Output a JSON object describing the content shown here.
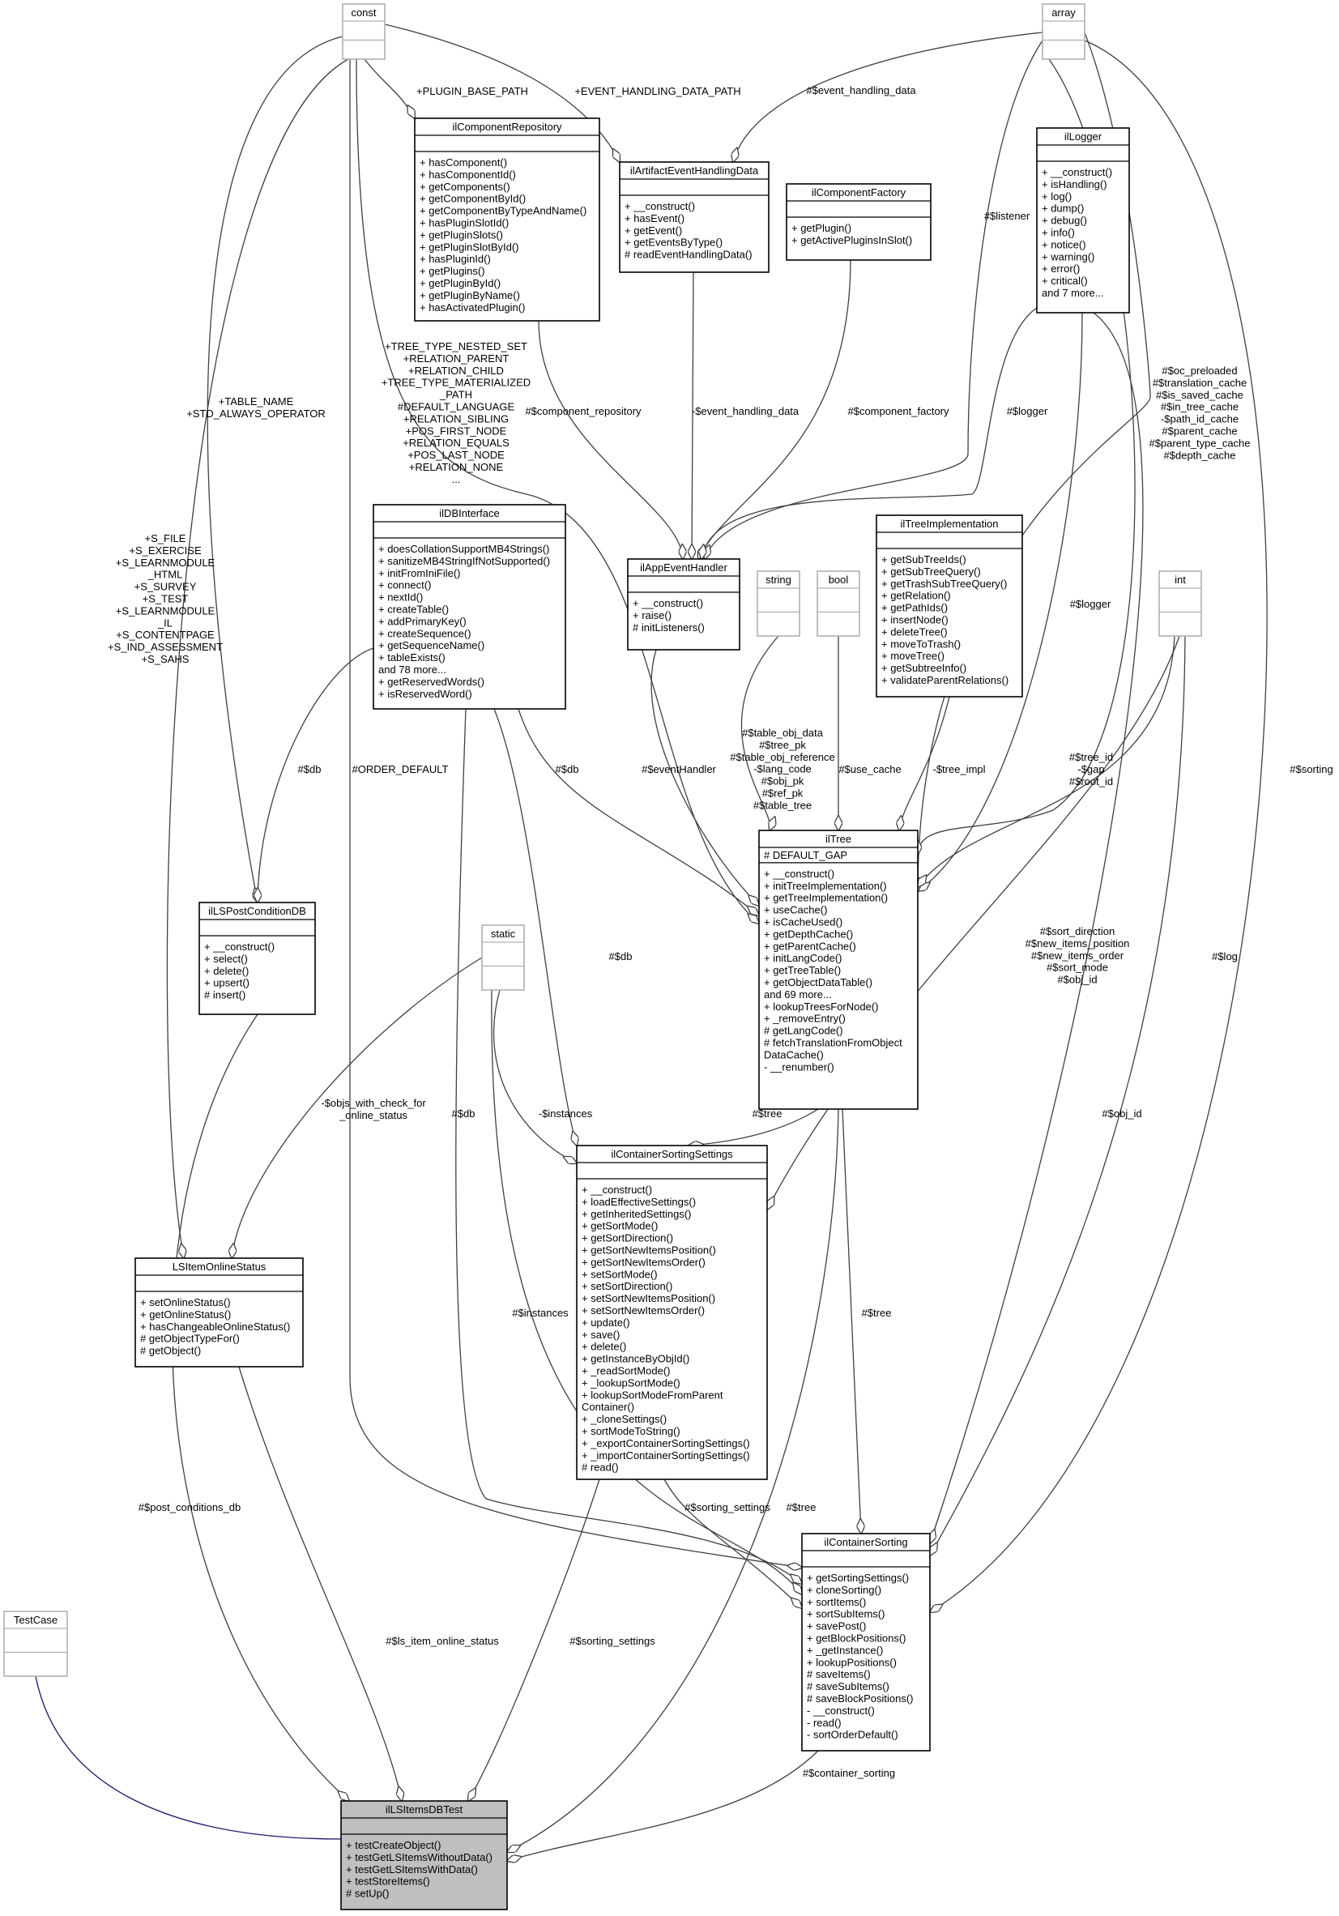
{
  "diagram": {
    "classes": [
      {
        "id": "const",
        "name": "const",
        "attributes": [],
        "methods": []
      },
      {
        "id": "array",
        "name": "array",
        "attributes": [],
        "methods": []
      },
      {
        "id": "ilComponentRepository",
        "name": "ilComponentRepository",
        "attributes": [],
        "methods": [
          "+ hasComponent()",
          "+ hasComponentId()",
          "+ getComponents()",
          "+ getComponentById()",
          "+ getComponentByTypeAndName()",
          "+ hasPluginSlotId()",
          "+ getPluginSlots()",
          "+ getPluginSlotById()",
          "+ hasPluginId()",
          "+ getPlugins()",
          "+ getPluginById()",
          "+ getPluginByName()",
          "+ hasActivatedPlugin()"
        ]
      },
      {
        "id": "ilArtifactEventHandlingData",
        "name": "ilArtifactEventHandlingData",
        "attributes": [],
        "methods": [
          "+ __construct()",
          "+ hasEvent()",
          "+ getEvent()",
          "+ getEventsByType()",
          "# readEventHandlingData()"
        ]
      },
      {
        "id": "ilComponentFactory",
        "name": "ilComponentFactory",
        "attributes": [],
        "methods": [
          "+ getPlugin()",
          "+ getActivePluginsInSlot()"
        ]
      },
      {
        "id": "ilLogger",
        "name": "ilLogger",
        "attributes": [],
        "methods": [
          "+ __construct()",
          "+ isHandling()",
          "+ log()",
          "+ dump()",
          "+ debug()",
          "+ info()",
          "+ notice()",
          "+ warning()",
          "+ error()",
          "+ critical()",
          "and 7 more..."
        ]
      },
      {
        "id": "ilDBInterface",
        "name": "ilDBInterface",
        "attributes": [],
        "methods": [
          "+ doesCollationSupportMB4Strings()",
          "+ sanitizeMB4StringIfNotSupported()",
          "+ initFromIniFile()",
          "+ connect()",
          "+ nextId()",
          "+ createTable()",
          "+ addPrimaryKey()",
          "+ createSequence()",
          "+ getSequenceName()",
          "+ tableExists()",
          "and 78 more...",
          "+ getReservedWords()",
          "+ isReservedWord()"
        ]
      },
      {
        "id": "ilAppEventHandler",
        "name": "ilAppEventHandler",
        "attributes": [],
        "methods": [
          "+ __construct()",
          "+ raise()",
          "# initListeners()"
        ]
      },
      {
        "id": "string",
        "name": "string",
        "attributes": [],
        "methods": []
      },
      {
        "id": "bool",
        "name": "bool",
        "attributes": [],
        "methods": []
      },
      {
        "id": "ilTreeImplementation",
        "name": "ilTreeImplementation",
        "attributes": [],
        "methods": [
          "+ getSubTreeIds()",
          "+ getSubTreeQuery()",
          "+ getTrashSubTreeQuery()",
          "+ getRelation()",
          "+ getPathIds()",
          "+ insertNode()",
          "+ deleteTree()",
          "+ moveToTrash()",
          "+ moveTree()",
          "+ getSubtreeInfo()",
          "+ validateParentRelations()"
        ]
      },
      {
        "id": "int",
        "name": "int",
        "attributes": [],
        "methods": []
      },
      {
        "id": "ilLSPostConditionDB",
        "name": "ilLSPostConditionDB",
        "attributes": [],
        "methods": [
          "+ __construct()",
          "+ select()",
          "+ delete()",
          "+ upsert()",
          "# insert()"
        ]
      },
      {
        "id": "ilTree",
        "name": "ilTree",
        "attributes": [
          "# DEFAULT_GAP"
        ],
        "methods": [
          "+ __construct()",
          "+ initTreeImplementation()",
          "+ getTreeImplementation()",
          "+ useCache()",
          "+ isCacheUsed()",
          "+ getDepthCache()",
          "+ getParentCache()",
          "+ initLangCode()",
          "+ getTreeTable()",
          "+ getObjectDataTable()",
          "and 69 more...",
          "+ lookupTreesForNode()",
          "+ _removeEntry()",
          "# getLangCode()",
          "# fetchTranslationFromObject",
          "DataCache()",
          "- __renumber()"
        ]
      },
      {
        "id": "static",
        "name": "static",
        "attributes": [],
        "methods": []
      },
      {
        "id": "ilContainerSortingSettings",
        "name": "ilContainerSortingSettings",
        "attributes": [],
        "methods": [
          "+ __construct()",
          "+ loadEffectiveSettings()",
          "+ getInheritedSettings()",
          "+ getSortMode()",
          "+ getSortDirection()",
          "+ getSortNewItemsPosition()",
          "+ getSortNewItemsOrder()",
          "+ setSortMode()",
          "+ setSortDirection()",
          "+ setSortNewItemsPosition()",
          "+ setSortNewItemsOrder()",
          "+ update()",
          "+ save()",
          "+ delete()",
          "+ getInstanceByObjId()",
          "+ _readSortMode()",
          "+ _lookupSortMode()",
          "+ lookupSortModeFromParent",
          "Container()",
          "+ _cloneSettings()",
          "+ sortModeToString()",
          "+ _exportContainerSortingSettings()",
          "+ _importContainerSortingSettings()",
          "# read()"
        ]
      },
      {
        "id": "LSItemOnlineStatus",
        "name": "LSItemOnlineStatus",
        "attributes": [],
        "methods": [
          "+ setOnlineStatus()",
          "+ getOnlineStatus()",
          "+ hasChangeableOnlineStatus()",
          "# getObjectTypeFor()",
          "# getObject()"
        ]
      },
      {
        "id": "ilContainerSorting",
        "name": "ilContainerSorting",
        "attributes": [],
        "methods": [
          "+ getSortingSettings()",
          "+ cloneSorting()",
          "+ sortItems()",
          "+ sortSubItems()",
          "+ savePost()",
          "+ getBlockPositions()",
          "+ _getInstance()",
          "+ lookupPositions()",
          "# saveItems()",
          "# saveSubItems()",
          "# saveBlockPositions()",
          "- __construct()",
          "- read()",
          "- sortOrderDefault()"
        ]
      },
      {
        "id": "TestCase",
        "name": "TestCase",
        "attributes": [],
        "methods": []
      },
      {
        "id": "ilLSItemsDBTest",
        "name": "ilLSItemsDBTest",
        "attributes": [],
        "methods": [
          "+ testCreateObject()",
          "+ testGetLSItemsWithoutData()",
          "+ testGetLSItemsWithData()",
          "+ testStoreItems()",
          "# setUp()"
        ]
      }
    ],
    "edge_labels": {
      "plugin_base_path": "+PLUGIN_BASE_PATH",
      "event_handling_data_path": "+EVENT_HANDLING_DATA_PATH",
      "event_handling_data": "#$event_handling_data",
      "listener": "#$listener",
      "component_repository": "#$component_repository",
      "event_handling_data2": "-$event_handling_data",
      "component_factory": "#$component_factory",
      "logger1": "#$logger",
      "logger2": "#$logger",
      "table_name": [
        "+TABLE_NAME",
        "+STD_ALWAYS_OPERATOR"
      ],
      "tree_consts": [
        "+TREE_TYPE_NESTED_SET",
        "+RELATION_PARENT",
        "+RELATION_CHILD",
        "+TREE_TYPE_MATERIALIZED",
        "_PATH",
        "#DEFAULT_LANGUAGE",
        "+RELATION_SIBLING",
        "+POS_FIRST_NODE",
        "+RELATION_EQUALS",
        "+POS_LAST_NODE",
        "+RELATION_NONE",
        "..."
      ],
      "s_consts": [
        "+S_FILE",
        "+S_EXERCISE",
        "+S_LEARNMODULE",
        "_HTML",
        "+S_SURVEY",
        "+S_TEST",
        "+S_LEARNMODULE",
        "_IL",
        "+S_CONTENTPAGE",
        "+S_IND_ASSESSMENT",
        "+S_SAHS"
      ],
      "array_caches": [
        "#$oc_preloaded",
        "#$translation_cache",
        "#$is_saved_cache",
        "#$in_tree_cache",
        "-$path_id_cache",
        "#$parent_cache",
        "#$parent_type_cache",
        "#$depth_cache"
      ],
      "db_postcond": "#$db",
      "db_tree": "#$db",
      "event_handler": "#$eventHandler",
      "string_attrs": [
        "#$table_obj_data",
        "#$tree_pk",
        "#$table_obj_reference",
        "-$lang_code",
        "#$obj_pk",
        "#$ref_pk",
        "#$table_tree"
      ],
      "use_cache": "#$use_cache",
      "tree_impl": "-$tree_impl",
      "int_tree": [
        "#$tree_id",
        "-$gap",
        "#$root_id"
      ],
      "order_default": "#ORDER_DEFAULT",
      "sorting": "#$sorting",
      "db_settings": "#$db",
      "sort_attrs": [
        "#$sort_direction",
        "#$new_items_position",
        "#$new_items_order",
        "#$sort_mode",
        "#$obj_id"
      ],
      "log": "#$log",
      "objs_check": [
        "-$objs_with_check_for",
        "_online_status"
      ],
      "instances1": "-$instances",
      "tree_settings": "#$tree",
      "db_sorting": "#$db",
      "instances2": "#$instances",
      "tree_sorting": "#$tree",
      "obj_id": "#$obj_id",
      "post_conditions_db": "#$post_conditions_db",
      "sorting_settings1": "#$sorting_settings",
      "tree_test": "#$tree",
      "ls_item_online_status": "#$ls_item_online_status",
      "sorting_settings2": "#$sorting_settings",
      "container_sorting": "#$container_sorting"
    }
  }
}
